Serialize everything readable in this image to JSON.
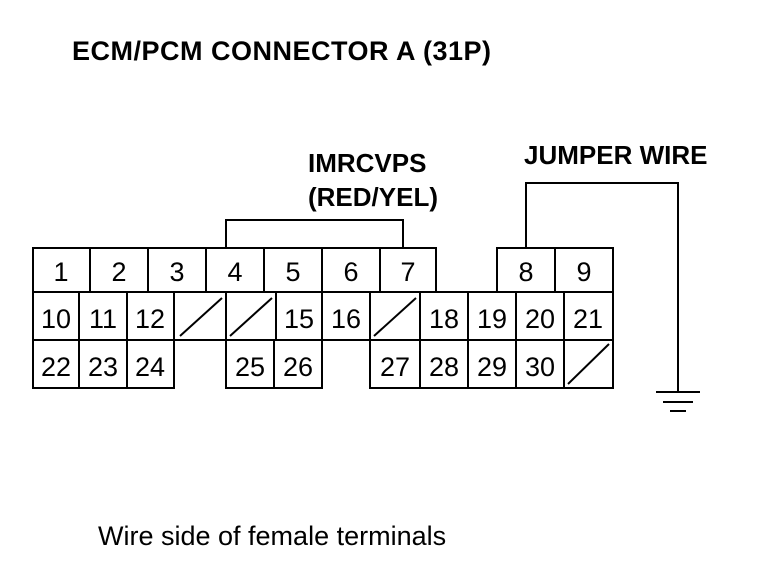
{
  "title": "ECM/PCM CONNECTOR A (31P)",
  "signal_label": {
    "name": "IMRCVPS",
    "color": "(RED/YEL)"
  },
  "jumper_label": "JUMPER WIRE",
  "caption": "Wire side of female terminals",
  "terminals": {
    "row1": [
      "1",
      "2",
      "3",
      "4",
      "5",
      "6",
      "7",
      "8",
      "9"
    ],
    "row2": [
      "10",
      "11",
      "12",
      "15",
      "16",
      "18",
      "19",
      "20",
      "21"
    ],
    "row3": [
      "22",
      "23",
      "24",
      "25",
      "26",
      "27",
      "28",
      "29",
      "30"
    ]
  },
  "connections": {
    "imrcvps_jumper": [
      "4",
      "7"
    ],
    "jumper_wire": [
      "8",
      "ground"
    ]
  },
  "colors": {
    "line": "#000000",
    "background": "#ffffff"
  }
}
